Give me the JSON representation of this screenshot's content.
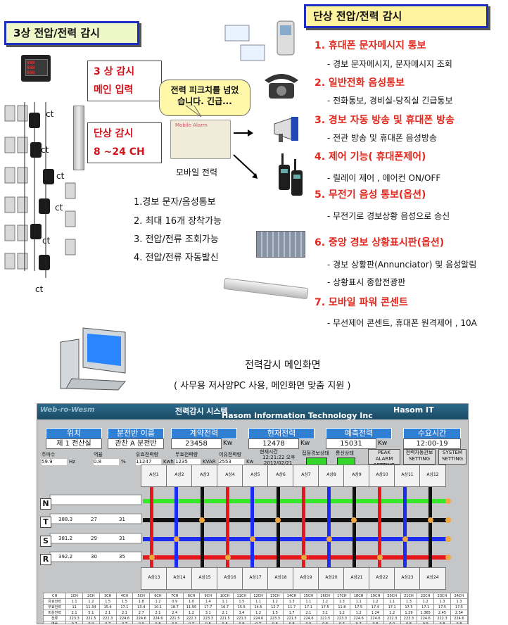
{
  "left_title": "3상 전압/전력 감시",
  "right_title": "단상 전압/전력 감시",
  "three_phase_box": [
    "3 상 감시",
    "메인 입력"
  ],
  "single_phase_box": [
    "단상 감시",
    "8 ~24 CH"
  ],
  "ct_label": "ct",
  "speech_bubble": "전력 피크치를 넘었\n습니다. 긴급...",
  "device_label": "Mobile Alarm",
  "mobile_power_label": "모바일 전력",
  "features": [
    "1.경보 문자/음성통보",
    "2. 최대 16개 장착가능",
    "3. 전압/전류 조회가능",
    "4. 전압/전류 자동발신"
  ],
  "notify_items": [
    {
      "title": "1. 휴대폰 문자메시지 통보",
      "subs": [
        "- 경보 문자메시지, 문자메시지 조회"
      ]
    },
    {
      "title": "2. 일반전화 음성통보",
      "subs": [
        "- 전화통보, 경비실-당직실 긴급통보"
      ]
    },
    {
      "title": "3. 경보 자동 방송 및 휴대폰 방송",
      "subs": [
        "- 전관 방송 및 휴대폰 음성방송"
      ]
    },
    {
      "title": "4. 제어 기능( 휴대폰제어)",
      "subs": [
        "- 릴레이 제어 , 에어컨 ON/OFF"
      ]
    },
    {
      "title": "5. 무전기 음성 통보(옵션)",
      "subs": [
        "- 무전기로 경보상황 음성으로 송신"
      ]
    },
    {
      "title": "6. 중앙 경보 상황표시판(옵션)",
      "subs": [
        "- 경보 상황판(Annunciator) 및 음성알림",
        "- 상황표시 종합전광판"
      ]
    },
    {
      "title": "7. 모바일 파워 콘센트",
      "subs": [
        "- 무선제어 콘센트, 휴대폰 원격제어 , 10A"
      ]
    }
  ],
  "main_screen_caption": "전력감시 메인화면",
  "main_screen_sub": "( 사무용 저사양PC 사용, 메인화면 맞춤 지원 )",
  "screen": {
    "logo_left": "Web-ro-Wesm",
    "title": "전력감시 시스템",
    "company": "Hasom Information Technology Inc",
    "brand": "Hasom IT",
    "kpis": [
      {
        "label": "위치",
        "value": "제 1 전산실",
        "unit": ""
      },
      {
        "label": "분전반 이름",
        "value": "관찬 A 분전반",
        "unit": ""
      },
      {
        "label": "계약전력",
        "value": "23458",
        "unit": "Kw"
      },
      {
        "label": "현재전력",
        "value": "12478",
        "unit": "Kw"
      },
      {
        "label": "예측전력",
        "value": "15031",
        "unit": "Kw"
      },
      {
        "label": "수요시간",
        "value": "12:00-19",
        "unit": ""
      }
    ],
    "stats": [
      {
        "label": "주파수",
        "value": "59.9",
        "unit": "Hz"
      },
      {
        "label": "역율",
        "value": "0.8",
        "unit": "%"
      },
      {
        "label": "유효전력량",
        "value": "11247",
        "unit": "Kwh"
      },
      {
        "label": "무효전력량",
        "value": "1235",
        "unit": "KVAR"
      },
      {
        "label": "이유전력량",
        "value": "2553",
        "unit": "Kw"
      }
    ],
    "datetime": [
      "현재시간",
      "12:21:22 오후",
      "2012/02/21"
    ],
    "indicators": [
      "접점경보상태",
      "통신상태"
    ],
    "buttons": [
      "PEAK ALARM SETTING",
      "전력자동관보 SETTING",
      "SYSTEM SETTING"
    ],
    "buses": [
      "N",
      "T",
      "S",
      "R"
    ],
    "phase_rows": [
      {
        "v": "388.3",
        "a": "27",
        "k": "31"
      },
      {
        "v": "381.2",
        "a": "29",
        "k": "31"
      },
      {
        "v": "392.2",
        "a": "30",
        "k": "35"
      }
    ],
    "table_header": [
      "CH",
      "1CH",
      "2CH",
      "3CH",
      "4CH",
      "5CH",
      "6CH",
      "7CH",
      "8CH",
      "9CH",
      "10CH",
      "11CH",
      "12CH",
      "13CH",
      "14CH",
      "15CH",
      "16CH",
      "17CH",
      "18CH",
      "19CH",
      "20CH",
      "21CH",
      "22CH",
      "23CH",
      "24CH"
    ],
    "table_rows": [
      [
        "유효전력",
        "1.1",
        "1.2",
        "1.5",
        "1.5",
        "1.8",
        "1.2",
        "0.9",
        "1.0",
        "1.4",
        "1.1",
        "1.5",
        "1.1",
        "1.2",
        "1.3",
        "1.1",
        "1.2",
        "1.3",
        "1.1",
        "1.2",
        "1.1",
        "1.3",
        "1.2",
        "1.3",
        "1.3"
      ],
      [
        "무효전력",
        "11",
        "11.34",
        "15.4",
        "17.1",
        "13.4",
        "10.1",
        "18.7",
        "11.95",
        "17.7",
        "16.7",
        "15.5",
        "14.5",
        "12.7",
        "11.7",
        "17.1",
        "17.5",
        "11.8",
        "17.5",
        "17.4",
        "17.1",
        "17.5",
        "17.1",
        "17.5",
        "17.5"
      ],
      [
        "피상전력",
        "2.1",
        "5.1",
        "2.1",
        "2.1",
        "2.7",
        "2.1",
        "2.4",
        "1.2",
        "3.1",
        "2.1",
        "3.4",
        "1.2",
        "1.5",
        "1.7",
        "2.1",
        "3.1",
        "1.2",
        "1.2",
        "1.24",
        "1.2",
        "1.29",
        "1.365",
        "2.45",
        "2.34"
      ],
      [
        "전류",
        "223.3",
        "221.5",
        "222.3",
        "224.6",
        "224.6",
        "224.6",
        "221.5",
        "222.3",
        "223.3",
        "221.5",
        "221.5",
        "224.6",
        "223.3",
        "221.5",
        "224.6",
        "221.5",
        "223.3",
        "224.6",
        "224.6",
        "222.3",
        "223.3",
        "224.6",
        "222.3",
        "224.6"
      ],
      [
        "역율",
        "0.7",
        "0.9",
        "0.7",
        "0.7",
        "0.9",
        "0.8",
        "0.5",
        "0.7",
        "0.8",
        "0.8",
        "0.8",
        "0.7",
        "0.8",
        "0.8",
        "0.9",
        "0.8",
        "0.7",
        "0.7",
        "0.8",
        "0.9",
        "0.8",
        "0.9",
        "0.8",
        "0.8"
      ]
    ],
    "channel_top": [
      "A상1",
      "A상2",
      "A상3",
      "A상4",
      "A상5",
      "A상6",
      "A상7",
      "A상8",
      "A상9",
      "A상10",
      "A상11",
      "A상12"
    ],
    "channel_bottom": [
      "A상13",
      "A상14",
      "A상15",
      "A상16",
      "A상17",
      "A상18",
      "A상19",
      "A상20",
      "A상21",
      "A상22",
      "A상23",
      "A상24"
    ],
    "colors": {
      "n": "#35e82a",
      "t": "#111111",
      "s": "#1b2cf0",
      "r": "#e8161a"
    }
  }
}
